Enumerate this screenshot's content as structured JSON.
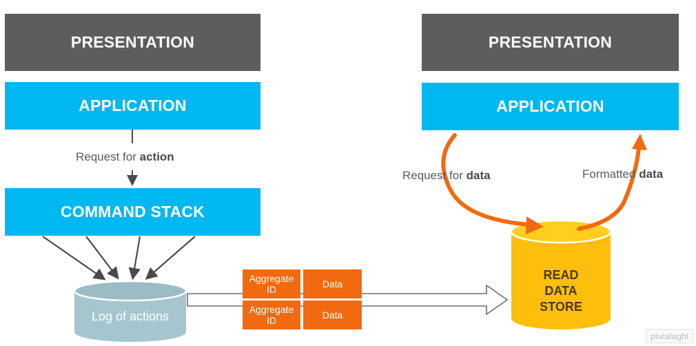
{
  "left": {
    "presentation": "PRESENTATION",
    "application": "APPLICATION",
    "request_prefix": "Request for",
    "request_bold": "action",
    "command_stack": "COMMAND STACK",
    "log": "Log of actions"
  },
  "middle": {
    "rows": [
      {
        "aggregate": "Aggregate ID",
        "data": "Data"
      },
      {
        "aggregate": "Aggregate ID",
        "data": "Data"
      }
    ]
  },
  "right": {
    "presentation": "PRESENTATION",
    "application": "APPLICATION",
    "request_prefix": "Request for",
    "request_bold": "data",
    "formatted_prefix": "Formatted",
    "formatted_bold": "data",
    "store": "READ DATA STORE"
  },
  "watermark": "pluralsight",
  "colors": {
    "gray": "#5e5c5e",
    "blue": "#00b8f1",
    "orange": "#f26a10",
    "yellow": "#fdbf0c",
    "log_cylinder": "#a6c6cf"
  }
}
